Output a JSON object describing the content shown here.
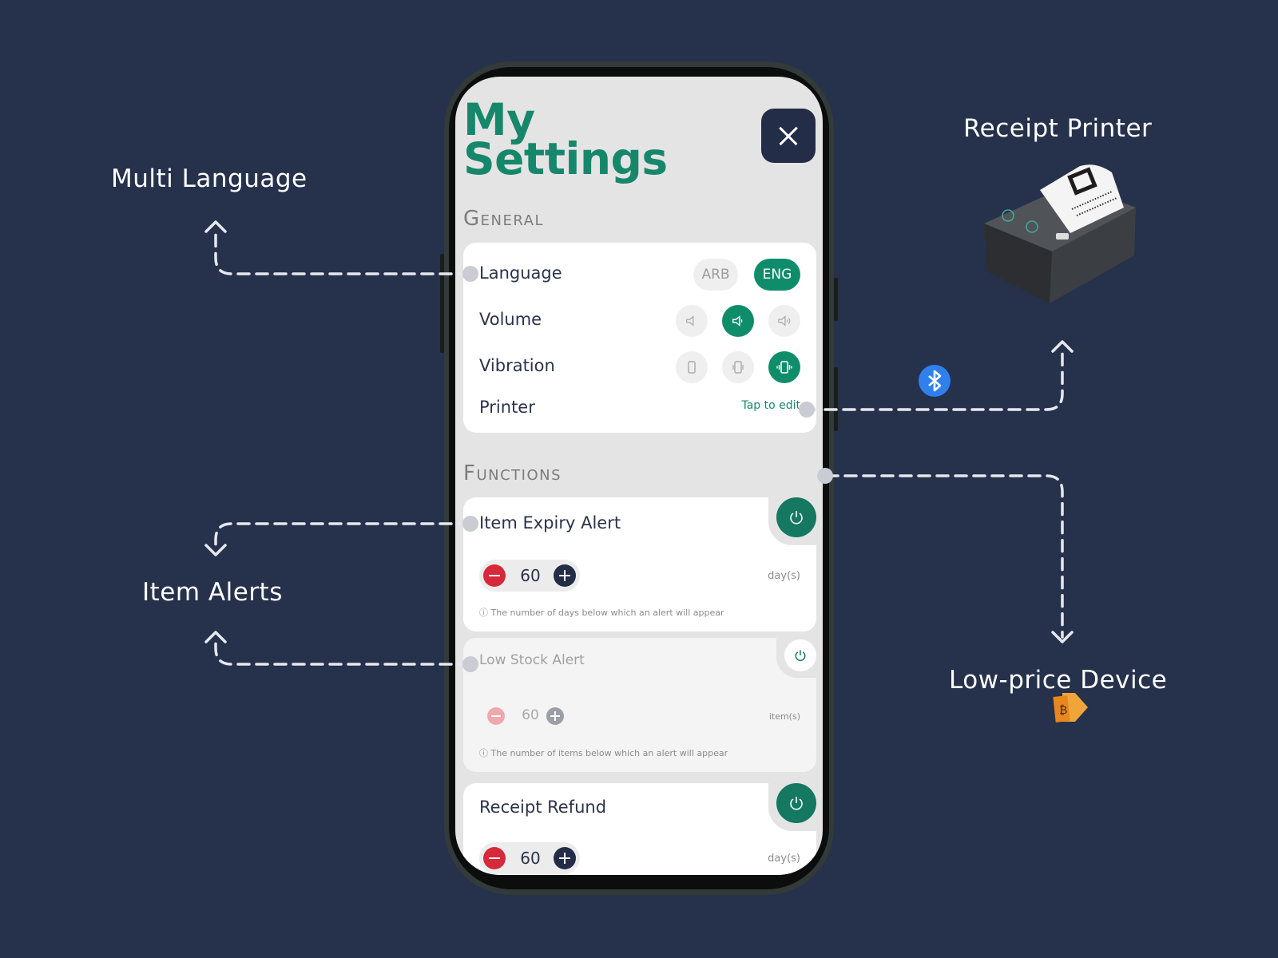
{
  "annotations": {
    "multi_language": "Multi Language",
    "item_alerts": "Item Alerts",
    "receipt_printer": "Receipt Printer",
    "low_price_device": "Low-price Device"
  },
  "screen": {
    "title_line1": "My",
    "title_line2": "Settings",
    "sections": {
      "general": "General",
      "functions": "Functions"
    }
  },
  "general": {
    "language": {
      "label": "Language",
      "options": [
        "ARB",
        "ENG"
      ],
      "selected": "ENG"
    },
    "volume": {
      "label": "Volume",
      "options": [
        "mute-icon",
        "volume-low-icon",
        "volume-high-icon"
      ],
      "selected_index": 1
    },
    "vibration": {
      "label": "Vibration",
      "options": [
        "phone-icon",
        "vibrate-low-icon",
        "vibrate-high-icon"
      ],
      "selected_index": 2
    },
    "printer": {
      "label": "Printer",
      "action": "Tap to edit"
    }
  },
  "functions": {
    "item_expiry": {
      "label": "Item Expiry Alert",
      "enabled": true,
      "value": "60",
      "unit": "day(s)",
      "hint": "The number of days below which an alert will appear"
    },
    "low_stock": {
      "label": "Low Stock Alert",
      "enabled": false,
      "value": "60",
      "unit": "item(s)",
      "hint": "The number of items below which an alert will appear"
    },
    "receipt_refund": {
      "label": "Receipt Refund",
      "enabled": true,
      "value": "60",
      "unit": "day(s)"
    }
  },
  "colors": {
    "background": "#26314b",
    "accent": "#0f8d6b",
    "title": "#17876c",
    "navy": "#232d48",
    "danger": "#d6293a",
    "bluetooth": "#2f80ec"
  }
}
